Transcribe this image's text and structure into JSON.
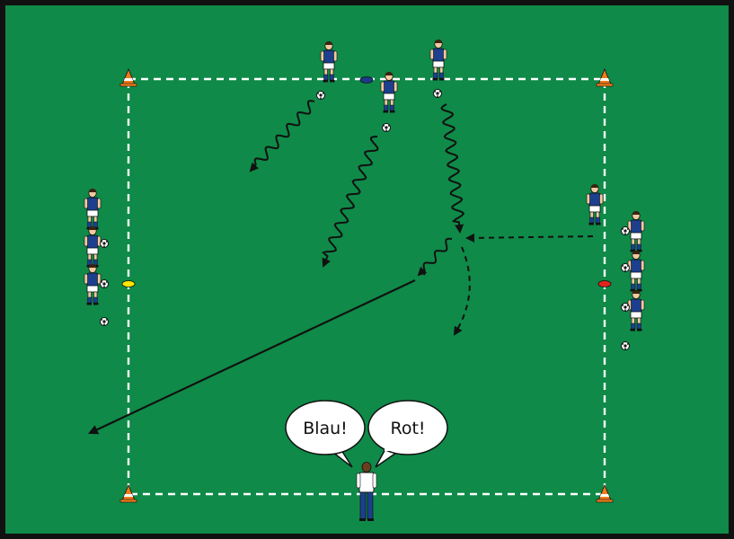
{
  "colors": {
    "pitch": "#0f8a48",
    "border": "#111111",
    "team_shirt": "#1c3f8e",
    "cone_orange": "#f07a1a",
    "marker_yellow": "#ffe600",
    "marker_red": "#e0261c",
    "marker_blue": "#1d3a8a"
  },
  "icons": [
    "soccer-player",
    "soccer-ball",
    "training-cone",
    "flat-marker",
    "coach"
  ],
  "coach": {
    "bubble_left": "Blau!",
    "bubble_right": "Rot!"
  }
}
